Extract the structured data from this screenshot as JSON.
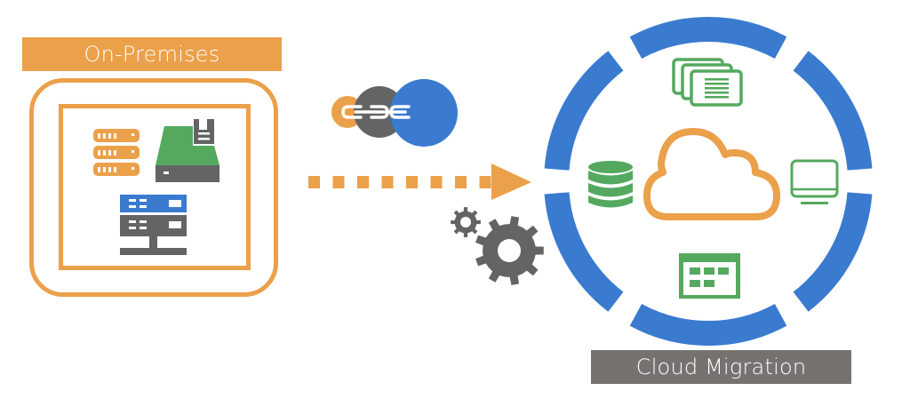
{
  "colors": {
    "orange": "#EBA04A",
    "blue": "#3A7BD0",
    "green": "#54A95E",
    "dark_gray": "#646464",
    "label_gray": "#767270",
    "white": "#FFFFFF"
  },
  "on_premises": {
    "label": "On-Premises",
    "icons": [
      "server-rack-icon",
      "hard-drive-backup-icon",
      "network-server-icon"
    ]
  },
  "transfer": {
    "link_icon": "chain-link-icon",
    "arrow_icon": "dotted-arrow-right-icon",
    "arrow_dash_count": 8,
    "gears_icon": "gears-icon"
  },
  "cloud_migration": {
    "label": "Cloud Migration",
    "ring_segments": 6,
    "center_icon": "cloud-icon",
    "icons": [
      "stacked-windows-icon",
      "database-icon",
      "monitor-icon",
      "app-grid-icon"
    ]
  }
}
